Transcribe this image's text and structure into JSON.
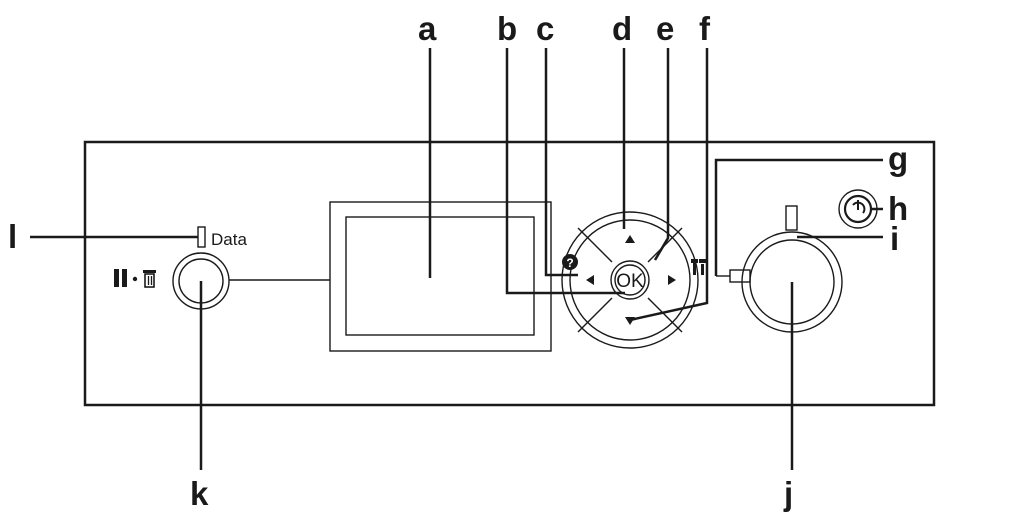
{
  "panel": {
    "data_label": "Data",
    "ok_label": "OK"
  },
  "callouts": {
    "a": "a",
    "b": "b",
    "c": "c",
    "d": "d",
    "e": "e",
    "f": "f",
    "g": "g",
    "h": "h",
    "i": "i",
    "j": "j",
    "k": "k",
    "l": "l"
  },
  "icons": {
    "pause_cancel": "pause-cancel-icon",
    "help": "help-icon",
    "settings": "wrench-screwdriver-icon",
    "wakeup": "power-wakeup-icon",
    "arrows": [
      "arrow-up-icon",
      "arrow-down-icon",
      "arrow-left-icon",
      "arrow-right-icon"
    ]
  },
  "colors": {
    "line": "#1a1a1a",
    "background": "#ffffff"
  }
}
